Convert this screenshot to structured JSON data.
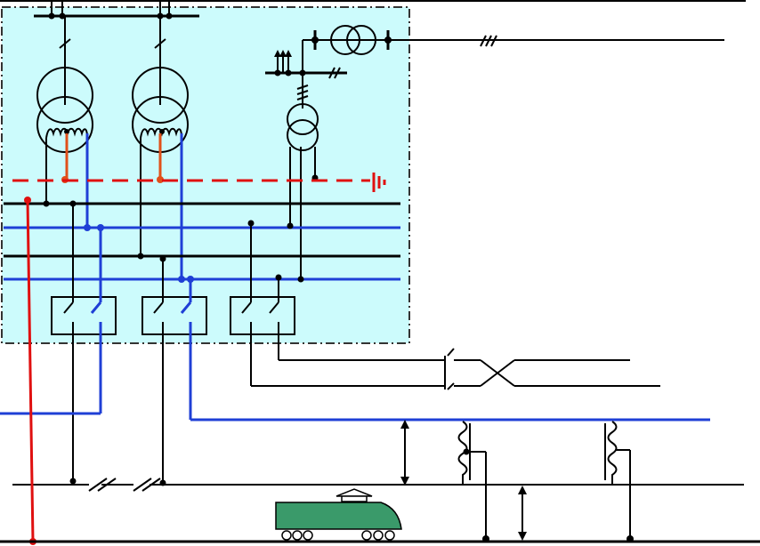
{
  "diagram": {
    "colors": {
      "substation_fill": "#ccfbfc",
      "substation_border": "#333333",
      "black_bus": "#000000",
      "blue_feeder": "#1f3fd6",
      "red_return": "#e01010",
      "earth_line": "#e01010",
      "neutral_link": "#e0501a",
      "locomotive_body": "#3a9a6a"
    },
    "components": [
      "traction-substation",
      "traction-transformer-1",
      "traction-transformer-2",
      "auxiliary-transformer",
      "ac-generator-tie",
      "earthing-bus",
      "feeder-switchgear",
      "catenary",
      "booster-transformer",
      "rail-return",
      "locomotive"
    ]
  }
}
